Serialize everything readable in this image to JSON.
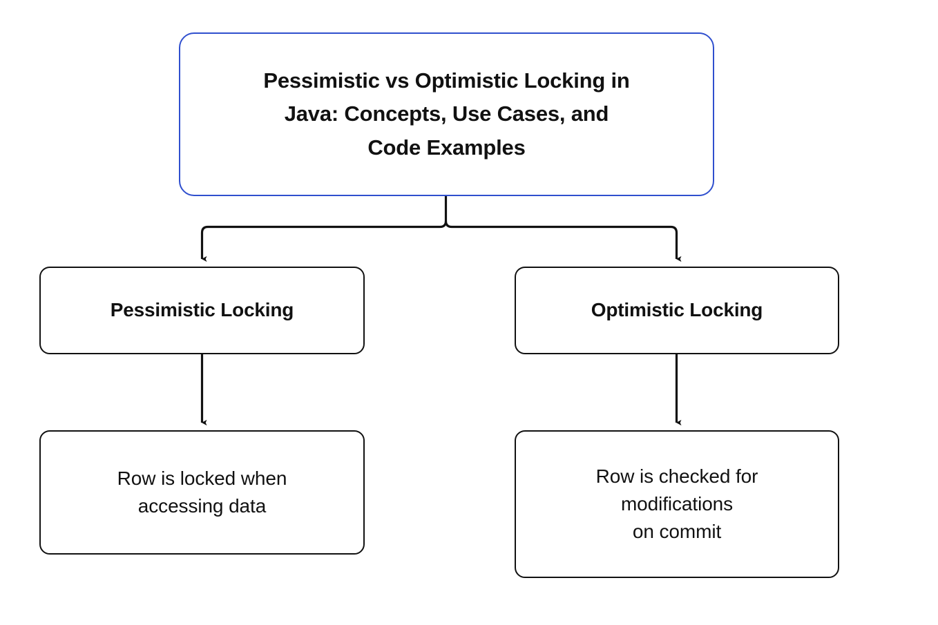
{
  "diagram": {
    "type": "flowchart",
    "orientation": "top-down",
    "background_color": "#ffffff",
    "root": {
      "label": "Pessimistic vs Optimistic Locking in\nJava: Concepts, Use Cases, and\nCode Examples",
      "border_color": "#2f4fce",
      "text_color": "#111111"
    },
    "branches": [
      {
        "heading": "Pessimistic Locking",
        "detail": "Row is locked when\naccessing data",
        "border_color": "#111111"
      },
      {
        "heading": "Optimistic Locking",
        "detail": "Row is checked for\nmodifications\non commit",
        "border_color": "#111111"
      }
    ],
    "connectors": {
      "style": "orthogonal-elbow",
      "arrowhead": "filled-triangle",
      "color": "#111111"
    }
  }
}
